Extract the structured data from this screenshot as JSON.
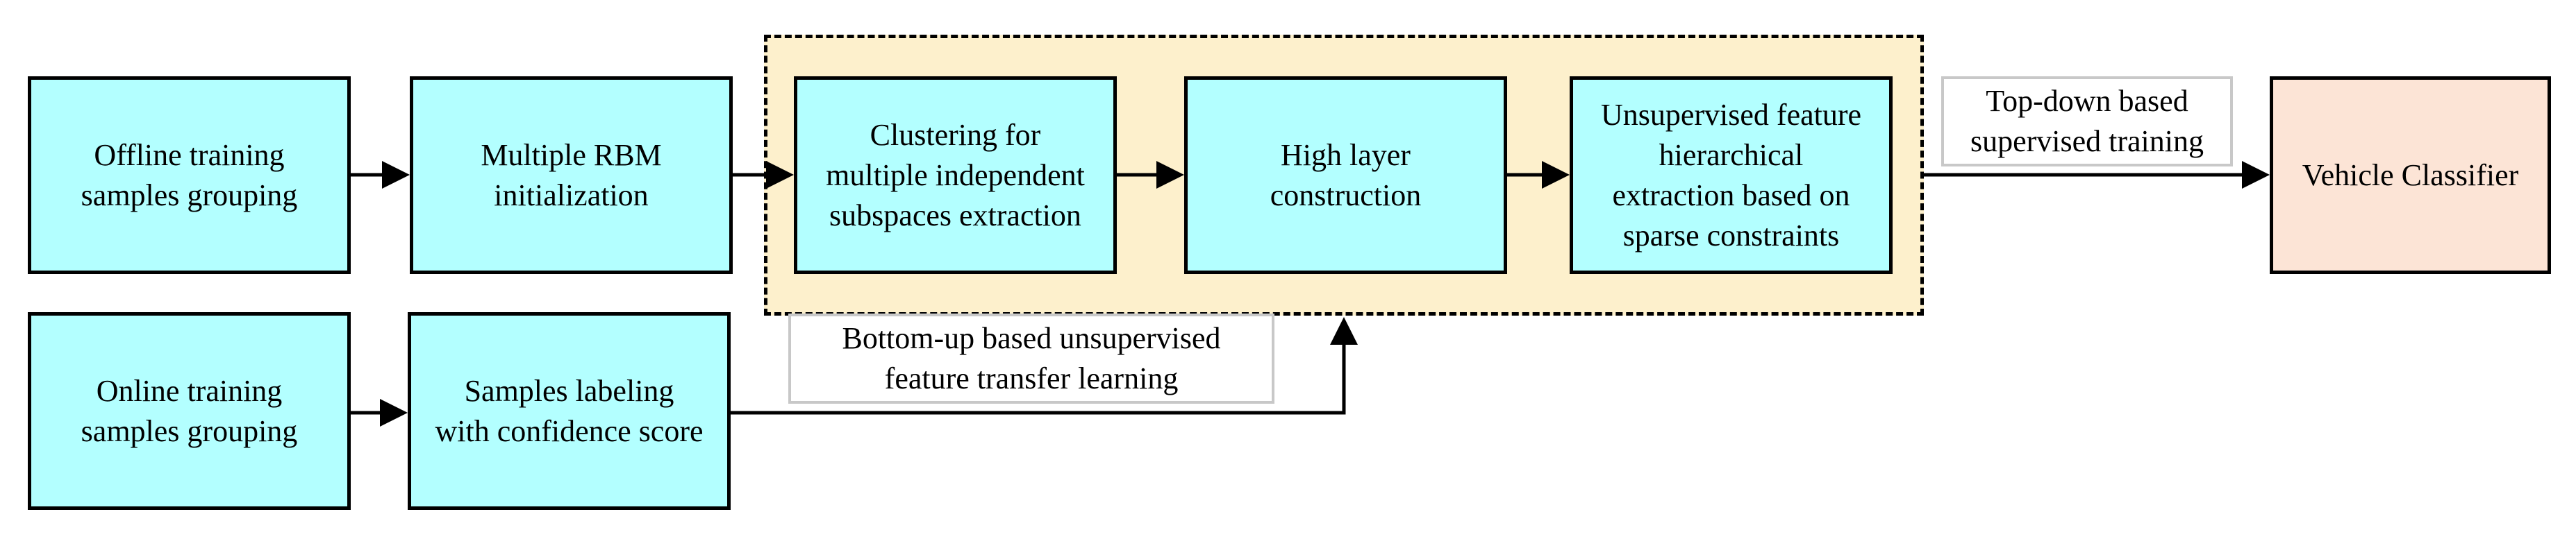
{
  "nodes": {
    "offline_grouping": "Offline training\nsamples grouping",
    "rbm_init": "Multiple RBM\ninitialization",
    "clustering": "Clustering for\nmultiple independent\nsubspaces extraction",
    "high_layer": "High layer\nconstruction",
    "unsupervised_feature": "Unsupervised feature\nhierarchical\nextraction based on\nsparse constraints",
    "vehicle_classifier": "Vehicle Classifier",
    "online_grouping": "Online training\nsamples grouping",
    "samples_labeling": "Samples labeling\nwith confidence score"
  },
  "labels": {
    "top_down": "Top-down based\nsupervised training",
    "bottom_up": "Bottom-up based unsupervised\nfeature transfer learning"
  },
  "colors": {
    "process_box": "#b3ffff",
    "classifier_box": "#fce4d6",
    "group_region": "#fdf0cc",
    "label_border": "#c8c8c8"
  }
}
